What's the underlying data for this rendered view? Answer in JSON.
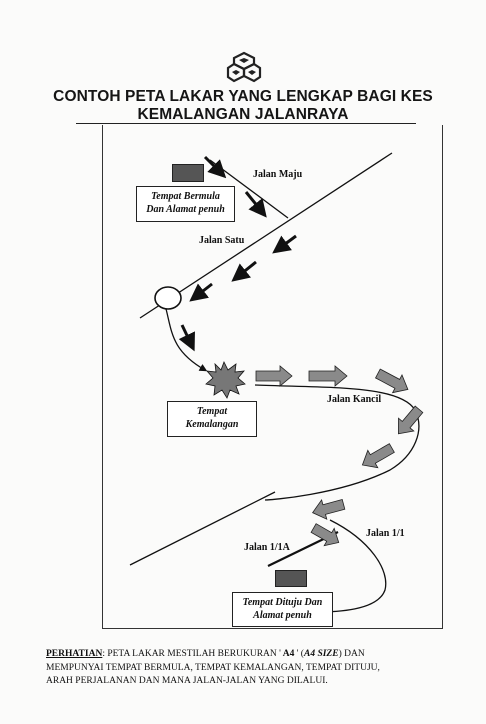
{
  "title_line1": "CONTOH PETA LAKAR YANG LENGKAP BAGI KES",
  "title_line2": "KEMALANGAN JALANRAYA",
  "logo_icon": "ministry-crest-icon",
  "labels": {
    "jalan_maju": "Jalan Maju",
    "jalan_satu": "Jalan Satu",
    "jalan_kancil": "Jalan Kancil",
    "jalan_1_1": "Jalan 1/1",
    "jalan_1_1a": "Jalan 1/1A"
  },
  "boxes": {
    "start_line1": "Tempat Bermula",
    "start_line2": "Dan Alamat penuh",
    "accident_line1": "Tempat",
    "accident_line2": "Kemalangan",
    "dest_line1": "Tempat Dituju Dan",
    "dest_line2": "Alamat penuh"
  },
  "note": {
    "label": "PERHATIAN",
    "part1": ": PETA LAKAR  MESTILAH BERUKURAN '",
    "size": " A4 ",
    "part2": "' (",
    "size_alt": "A4 SIZE",
    "part3": ") DAN",
    "line2": "MEMPUNYAI TEMPAT BERMULA, TEMPAT KEMALANGAN, TEMPAT DITUJU,",
    "line3": "ARAH PERJALANAN DAN MANA JALAN-JALAN YANG DILALUI."
  },
  "colors": {
    "car": "#555555",
    "arrow_fill": "#8a8a8a",
    "line": "#111111"
  }
}
